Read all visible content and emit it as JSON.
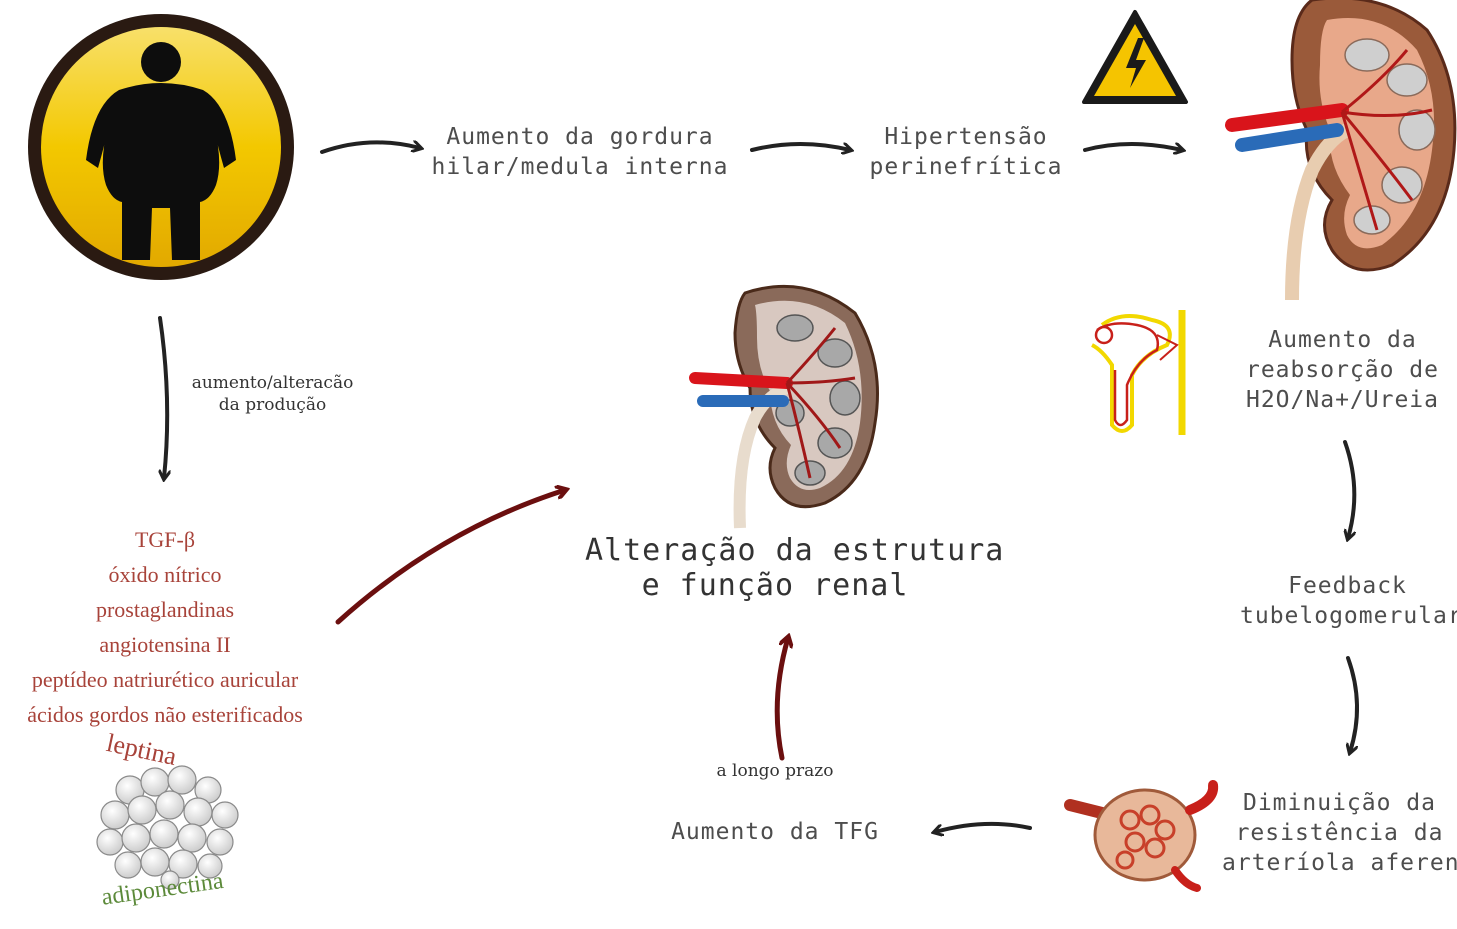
{
  "nodes": {
    "gordura": [
      "Aumento da gordura",
      "hilar/medula interna"
    ],
    "hipertensao": [
      "Hipertensão",
      "perinefrítica"
    ],
    "reabsorcao": [
      "Aumento da",
      "reabsorção de",
      "H2O/Na+/Ureia"
    ],
    "feedback": [
      "Feedback",
      "tubelogomerular"
    ],
    "diminuicao": [
      "Diminuição da",
      "resistência da",
      "arteríola aferente"
    ],
    "tfg": "Aumento da TFG",
    "alteracao": [
      "Alteração da estrutura",
      "e função renal"
    ]
  },
  "labels": {
    "producao": [
      "aumento/alteracão",
      "da produção"
    ],
    "prazo": "a longo prazo"
  },
  "mediators": [
    "TGF-β",
    "óxido nítrico",
    "prostaglandinas",
    "angiotensina II",
    "peptídeo natriurético auricular",
    "ácidos gordos não esterificados"
  ],
  "adipokines": {
    "top": "leptina",
    "bottom": "adiponectina"
  },
  "icons": {
    "obesity": "obese-person-sign-icon",
    "warning": "high-voltage-warning-icon",
    "kidney": "kidney-anatomy-icon",
    "nephron": "nephron-icon",
    "glomerulus": "glomerulus-icon",
    "adipose": "adipose-tissue-icon"
  },
  "colors": {
    "red": "#a8433a",
    "dark_red": "#7a1010",
    "green": "#5c8a3a",
    "yellow": "#f5c400",
    "text": "#4d4d4d"
  }
}
